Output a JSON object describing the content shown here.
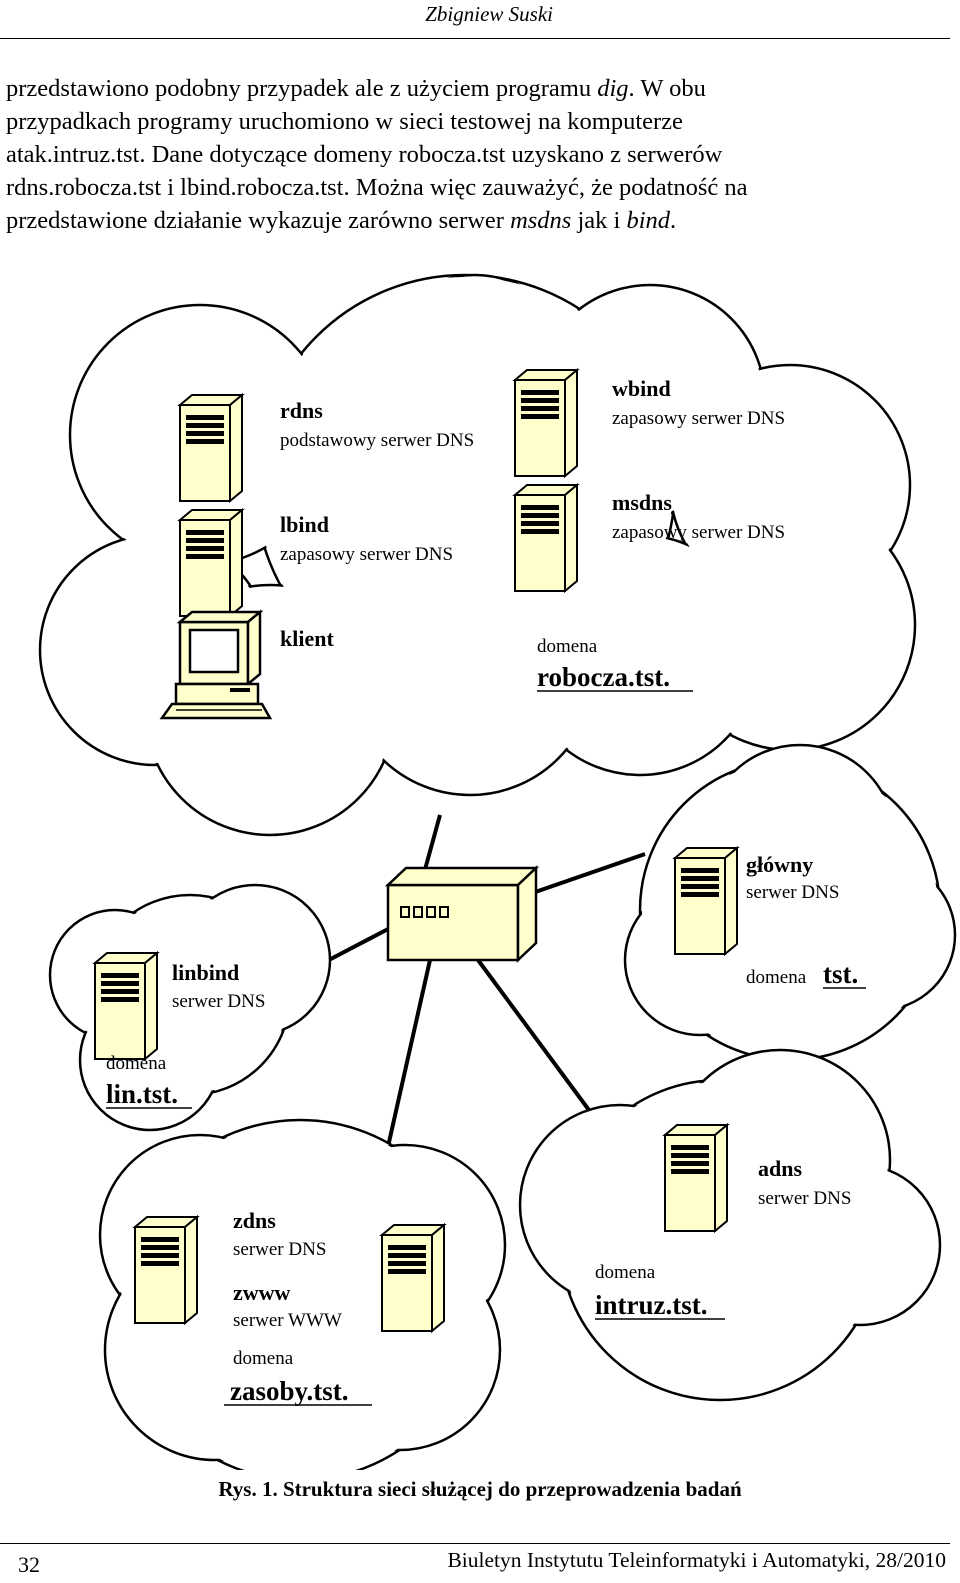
{
  "header": {
    "author": "Zbigniew Suski"
  },
  "paragraph": {
    "lines": [
      [
        "przedstawiono podobny przypadek ale z użyciem programu ",
        "dig",
        ". W obu"
      ],
      [
        "przypadkach programy uruchomiono w sieci testowej na komputerze"
      ],
      [
        "atak.intruz.tst. Dane dotyczące domeny robocza.tst uzyskano z serwerów"
      ],
      [
        "rdns.robocza.tst i lbind.robocza.tst. Można więc zauważyć, że podatność na"
      ],
      [
        "przedstawione działanie wykazuje zarówno serwer ",
        "msdns",
        " jak i ",
        "bind",
        "."
      ]
    ]
  },
  "diagram": {
    "robocza": {
      "rdns": {
        "name": "rdns",
        "desc": "podstawowy serwer DNS"
      },
      "wbind": {
        "name": "wbind",
        "desc": "zapasowy serwer DNS"
      },
      "lbind": {
        "name": "lbind",
        "desc": "zapasowy serwer DNS"
      },
      "msdns": {
        "name": "msdns",
        "desc": "zapasowy serwer DNS"
      },
      "klient": {
        "name": "klient"
      },
      "domain_word": "domena",
      "domain_name": "robocza.tst."
    },
    "tst": {
      "glowny": {
        "name": "główny",
        "desc": "serwer DNS"
      },
      "domain_word": "domena",
      "domain_name": "tst."
    },
    "lin": {
      "linbind": {
        "name": "linbind",
        "desc": "serwer DNS"
      },
      "domain_word": "domena",
      "domain_name": "lin.tst."
    },
    "zasoby": {
      "zdns": {
        "name": "zdns",
        "desc": "serwer DNS"
      },
      "zwww": {
        "name": "zwww",
        "desc": "serwer WWW"
      },
      "domain_word": "domena",
      "domain_name": "zasoby.tst."
    },
    "intruz": {
      "adns": {
        "name": "adns",
        "desc": "serwer DNS"
      },
      "domain_word": "domena",
      "domain_name": "intruz.tst."
    },
    "colors": {
      "device_fill": "#ffffcc",
      "stroke": "#000000"
    }
  },
  "caption": "Rys. 1. Struktura sieci służącej do przeprowadzenia badań",
  "footer": {
    "page_number": "32",
    "journal": "Biuletyn Instytutu Teleinformatyki i Automatyki, 28/2010"
  }
}
